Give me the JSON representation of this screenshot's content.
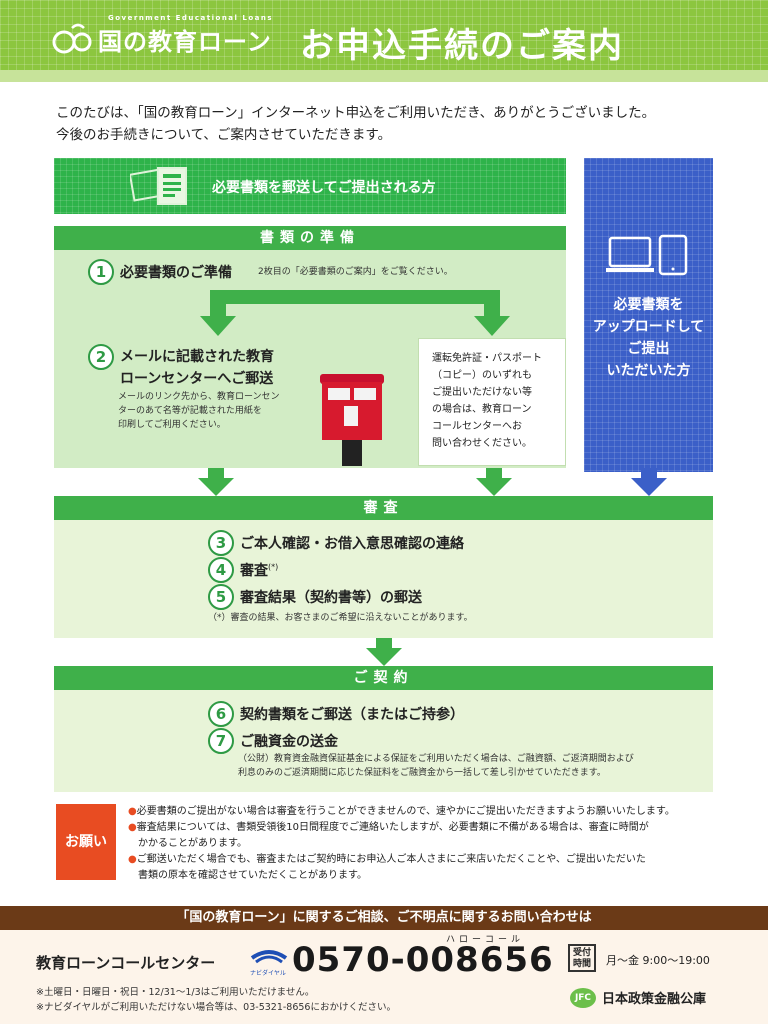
{
  "header": {
    "logo_sub": "Government Educational Loans",
    "logo_text": "国の教育ローン",
    "title": "お申込手続のご案内"
  },
  "intro": {
    "line1": "このたびは、「国の教育ローン」インターネット申込をご利用いただき、ありがとうございました。",
    "line2": "今後のお手続きについて、ご案内させていただきます。"
  },
  "mail_route": {
    "heading": "必要書類を郵送してご提出される方",
    "prep_bar": "書類の準備",
    "step1_num": "1",
    "step1_title": "必要書類のご準備",
    "step1_note": "2枚目の「必要書類のご案内」をご覧ください。",
    "step2_num": "2",
    "step2_title_1": "メールに記載された教育",
    "step2_title_2": "ローンセンターへご郵送",
    "step2_desc_1": "メールのリンク先から、教育ローンセン",
    "step2_desc_2": "ターのあて名等が記載された用紙を",
    "step2_desc_3": "印刷してご利用ください。",
    "side_1": "運転免許証・パスポート",
    "side_2": "（コピー）のいずれも",
    "side_3": "ご提出いただけない等",
    "side_4": "の場合は、教育ローン",
    "side_5": "コールセンターへお",
    "side_6": "問い合わせください。"
  },
  "upload_route": {
    "line1": "必要書類を",
    "line2": "アップロードして",
    "line3": "ご提出",
    "line4": "いただいた方"
  },
  "review": {
    "bar": "審査",
    "step3_num": "3",
    "step3": "ご本人確認・お借入意思確認の連絡",
    "step4_num": "4",
    "step4": "審査",
    "step4_sup": "(*)",
    "step5_num": "5",
    "step5": "審査結果（契約書等）の郵送",
    "note": "（*）審査の結果、お客さまのご希望に沿えないことがあります。"
  },
  "contract": {
    "bar": "ご契約",
    "step6_num": "6",
    "step6": "契約書類をご郵送（またはご持参）",
    "step7_num": "7",
    "step7": "ご融資金の送金",
    "note_1": "（公財）教育資金融資保証基金による保証をご利用いただく場合は、ご融資額、ご返済期間および",
    "note_2": "利息のみのご返済期間に応じた保証料をご融資金から一括して差し引かせていただきます。"
  },
  "notice": {
    "badge": "お願い",
    "item1": "必要書類のご提出がない場合は審査を行うことができませんので、速やかにご提出いただきますようお願いいたします。",
    "item2_1": "審査結果については、書類受領後10日間程度でご連絡いたしますが、必要書類に不備がある場合は、審査に時間が",
    "item2_2": "かかることがあります。",
    "item3_1": "ご郵送いただく場合でも、審査またはご契約時にお申込人ご本人さまにご来店いただくことや、ご提出いただいた",
    "item3_2": "書類の原本を確認させていただくことがあります。"
  },
  "footer": {
    "bar": "「国の教育ローン」に関するご相談、ご不明点に関するお問い合わせは",
    "center_name": "教育ローンコールセンター",
    "navi_label": "ナビダイヤル",
    "hello_call": "ハローコール",
    "phone": "0570-008656",
    "hours_badge_1": "受付",
    "hours_badge_2": "時間",
    "hours": "月〜金 9:00〜19:00",
    "note1": "※土曜日・日曜日・祝日・12/31〜1/3はご利用いただけません。",
    "note2": "※ナビダイヤルがご利用いただけない場合等は、03-5321-8656におかけください。",
    "jfc_logo": "JFC",
    "jfc_name": "日本政策金融公庫"
  },
  "colors": {
    "header_green": "#8cc63f",
    "step_green": "#3fb04a",
    "upload_blue": "#3b5fc8",
    "notice_red": "#e84c22",
    "footer_brown": "#6b3a17"
  }
}
